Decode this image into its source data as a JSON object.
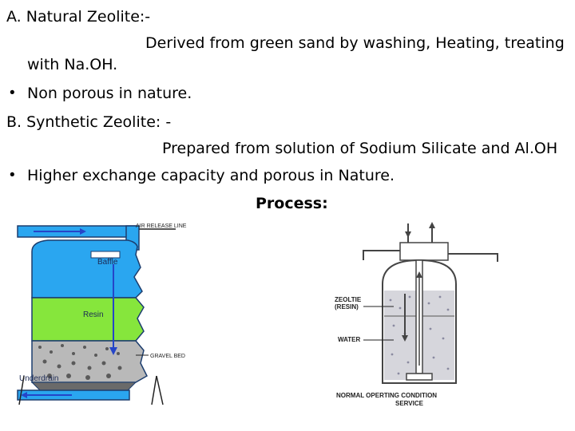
{
  "slide": {
    "natural_heading": "A. Natural Zeolite:-",
    "natural_desc_1": "Derived from green sand by washing, Heating, treating",
    "natural_desc_2": "with Na.OH.",
    "natural_bullet": "Non porous in nature.",
    "synthetic_heading": "B. Synthetic Zeolite: -",
    "synthetic_desc": "Prepared from solution of Sodium Silicate and Al.OH",
    "synthetic_bullet": "Higher exchange capacity and porous in Nature.",
    "process_label": "Process:",
    "bullet_glyph": "•"
  },
  "softener_diagram": {
    "air_release_label": "AIR RELEASE LINE",
    "baffle_label": "Baffle",
    "resin_label": "Resin",
    "gravel_label": "GRAVEL BED",
    "underdrain_label": "Underdrain",
    "colors": {
      "water": "#2aa6f0",
      "resin": "#86e63c",
      "gravel": "#b9b9b9",
      "flow_arrow": "#2545c8"
    }
  },
  "service_diagram": {
    "zeolite_label_1": "ZEOLTIE",
    "zeolite_label_2": "(RESIN)",
    "water_label": "WATER",
    "caption_1": "NORMAL OPERTING CONDITION",
    "caption_2": "SERVICE",
    "colors": {
      "resin_bed": "#d6d6dc",
      "tank_outline": "#444444"
    }
  }
}
